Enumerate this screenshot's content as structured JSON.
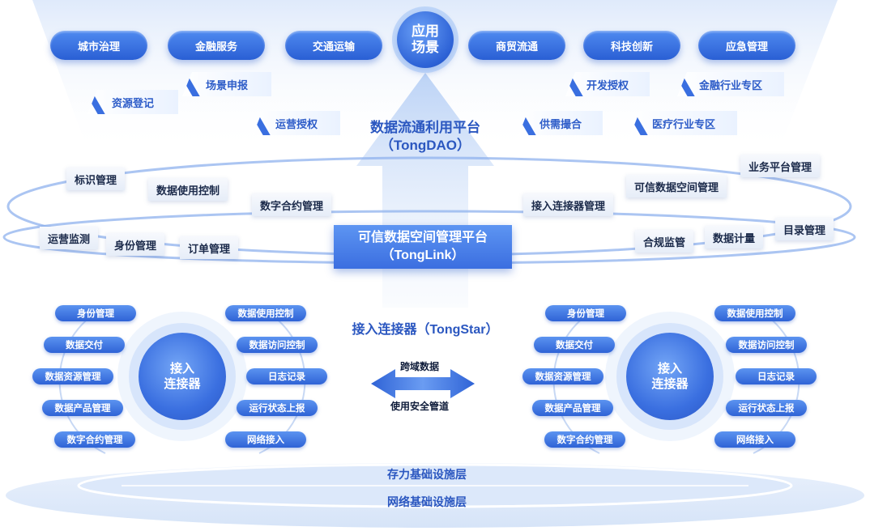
{
  "app_scene": {
    "label_line1": "应用",
    "label_line2": "场景",
    "left_pills": [
      "城市治理",
      "金融服务",
      "交通运输"
    ],
    "right_pills": [
      "商贸流通",
      "科技创新",
      "应急管理"
    ]
  },
  "dao_tags": {
    "left": [
      "场景申报",
      "资源登记",
      "运营授权"
    ],
    "right": [
      "开发授权",
      "金融行业专区",
      "供需撮合",
      "医疗行业专区"
    ]
  },
  "dao_platform": {
    "title": "数据流通利用平台",
    "subtitle": "（TongDAO）"
  },
  "link_functions": {
    "left": [
      "标识管理",
      "数据使用控制",
      "数字合约管理",
      "运营监测",
      "身份管理",
      "订单管理"
    ],
    "right": [
      "业务平台管理",
      "可信数据空间管理",
      "接入连接器管理",
      "目录管理",
      "数据计量",
      "合规监管"
    ]
  },
  "link_platform": {
    "title": "可信数据空间管理平台",
    "subtitle": "（TongLink）"
  },
  "connector_section": {
    "title": "接入连接器（TongStar）",
    "hub_line1": "接入",
    "hub_line2": "连接器",
    "left_items": [
      "身份管理",
      "数据交付",
      "数据资源管理",
      "数据产品管理",
      "数字合约管理"
    ],
    "right_items": [
      "数据使用控制",
      "数据访问控制",
      "日志记录",
      "运行状态上报",
      "网络接入"
    ]
  },
  "channel": {
    "top_label": "跨域数据",
    "bottom_label": "使用安全管道"
  },
  "infrastructure": {
    "storage": "存力基础设施层",
    "network": "网络基础设施层"
  },
  "colors": {
    "primary": "#2f63d6",
    "accent_light": "#e6effc",
    "text_blue": "#2b57c0"
  }
}
